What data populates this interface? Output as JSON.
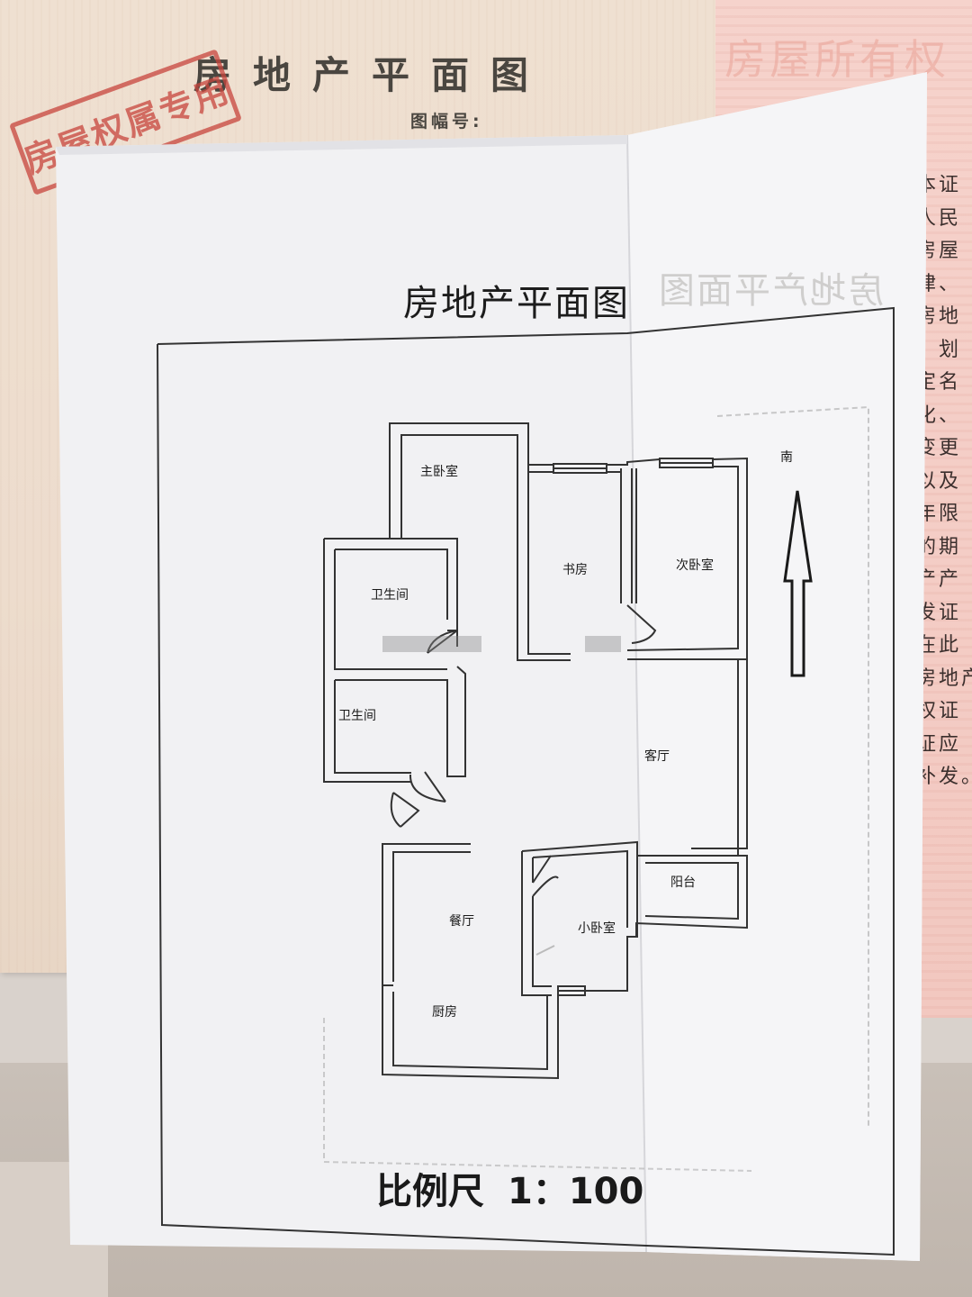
{
  "background": {
    "certificate_title": "房地产平面图",
    "sheet_number_label": "图幅号:",
    "stamp_text": "房屋权属专用",
    "certificate_lines": [
      "本证",
      "人民",
      "房屋",
      "律、",
      "房地",
      "、划",
      "定名",
      "化、",
      "变更",
      "以及",
      "年限",
      "的期",
      "产产",
      "发证",
      "在此",
      "房地产",
      "权证",
      "证应",
      "补发。"
    ]
  },
  "plan": {
    "title": "房地产平面图",
    "compass_label": "南",
    "scale_prefix": "比例尺",
    "scale_value": "1：100",
    "rooms": {
      "master_bedroom": "主卧室",
      "study": "书房",
      "second_bedroom": "次卧室",
      "bathroom_1": "卫生间",
      "bathroom_2": "卫生间",
      "living_room": "客厅",
      "balcony": "阳台",
      "dining_room": "餐厅",
      "small_bedroom": "小卧室",
      "kitchen": "厨房"
    }
  },
  "colors": {
    "stamp_red": "#c8453d",
    "paper": "#f3f3f4",
    "wall": "#3a3a3a",
    "pink_certificate": "#f2c8c0"
  }
}
